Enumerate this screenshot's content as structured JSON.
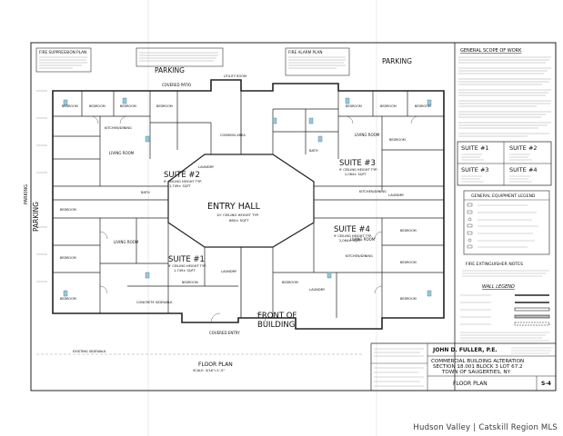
{
  "drawing": {
    "labels": {
      "fire_suppression_plan": "FIRE SUPPRESSION PLAN",
      "fire_alarm_plan": "FIRE ALARM PLAN",
      "general_scope_of_work": "GENERAL SCOPE OF WORK",
      "parking_top_left": "PARKING",
      "parking_top_right": "PARKING",
      "parking_left": "PARKING",
      "parking_mid_left": "PARKING",
      "covered_patio": "COVERED PATIO",
      "utility_room": "UTILITY ROOM",
      "entry_hall": "ENTRY HALL",
      "entry_hall_ceiling": "10' CEILING HEIGHT TYP.",
      "entry_hall_area": "660± SQFT",
      "front_of_building_1": "FRONT OF",
      "front_of_building_2": "BUILDING",
      "covered_entry": "COVERED ENTRY",
      "floor_plan_title": "FLOOR PLAN",
      "floor_plan_scale": "SCALE: 3/16\"=1'-0\"",
      "concrete_sidewalk": "CONCRETE SIDEWALK",
      "existing_sidewalk": "EXISTING SIDEWALK",
      "living_room": "LIVING ROOM",
      "kitchen_dining": "KITCHEN/DINING",
      "laundry": "LAUNDRY",
      "bath": "BATH",
      "bedroom": "BEDROOM",
      "common_area": "COMMON AREA",
      "suite_1": "SUITE #1",
      "suite_2": "SUITE #2",
      "suite_3": "SUITE #3",
      "suite_4": "SUITE #4",
      "ceiling_typ": "9' CEILING HEIGHT TYP.",
      "suite_1_area": "1,749± SQFT",
      "suite_2_area": "1,749± SQFT",
      "suite_3_area": "2,064± SQFT",
      "suite_4_area": "2,064± SQFT"
    },
    "suite_box": {
      "s1": "SUITE #1",
      "s2": "SUITE #2",
      "s3": "SUITE #3",
      "s4": "SUITE #4"
    },
    "legend": {
      "equipment_title": "GENERAL EQUIPMENT LEGEND",
      "fire_ext_notes": "FIRE EXTINGUISHER NOTES",
      "wall_legend": "WALL LEGEND"
    },
    "title_block": {
      "engineer": "JOHN D. FULLER, P.E.",
      "project_line1": "COMMERCIAL BUILDING ALTERATION",
      "project_line2": "SECTION 18.001 BLOCK 3 LOT 67.2",
      "project_line3": "TOWN OF SAUGERTIES, NY",
      "sheet_title": "FLOOR PLAN",
      "sheet_no": "S-4"
    }
  },
  "watermark": {
    "part1": "Hudson Valley",
    "part2": "Catskill Region MLS"
  }
}
